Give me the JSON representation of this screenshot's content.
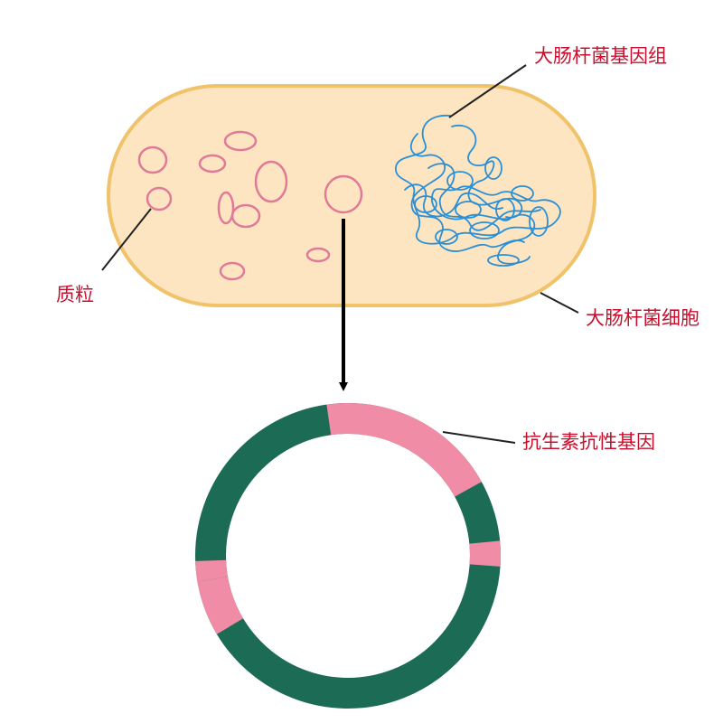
{
  "labels": {
    "genome": "大肠杆菌基因组",
    "plasmid": "质粒",
    "cell": "大肠杆菌细胞",
    "resistance_gene": "抗生素抗性基因"
  },
  "colors": {
    "label_red": "#c8102e",
    "cell_fill": "#fde5c2",
    "cell_stroke": "#f0c36a",
    "plasmid_pink": "#e07a98",
    "dna_blue": "#2b8fd6",
    "ring_green": "#1c6b55",
    "ring_pink": "#f08ca6",
    "leader_line": "#222222",
    "arrow": "#000000"
  }
}
